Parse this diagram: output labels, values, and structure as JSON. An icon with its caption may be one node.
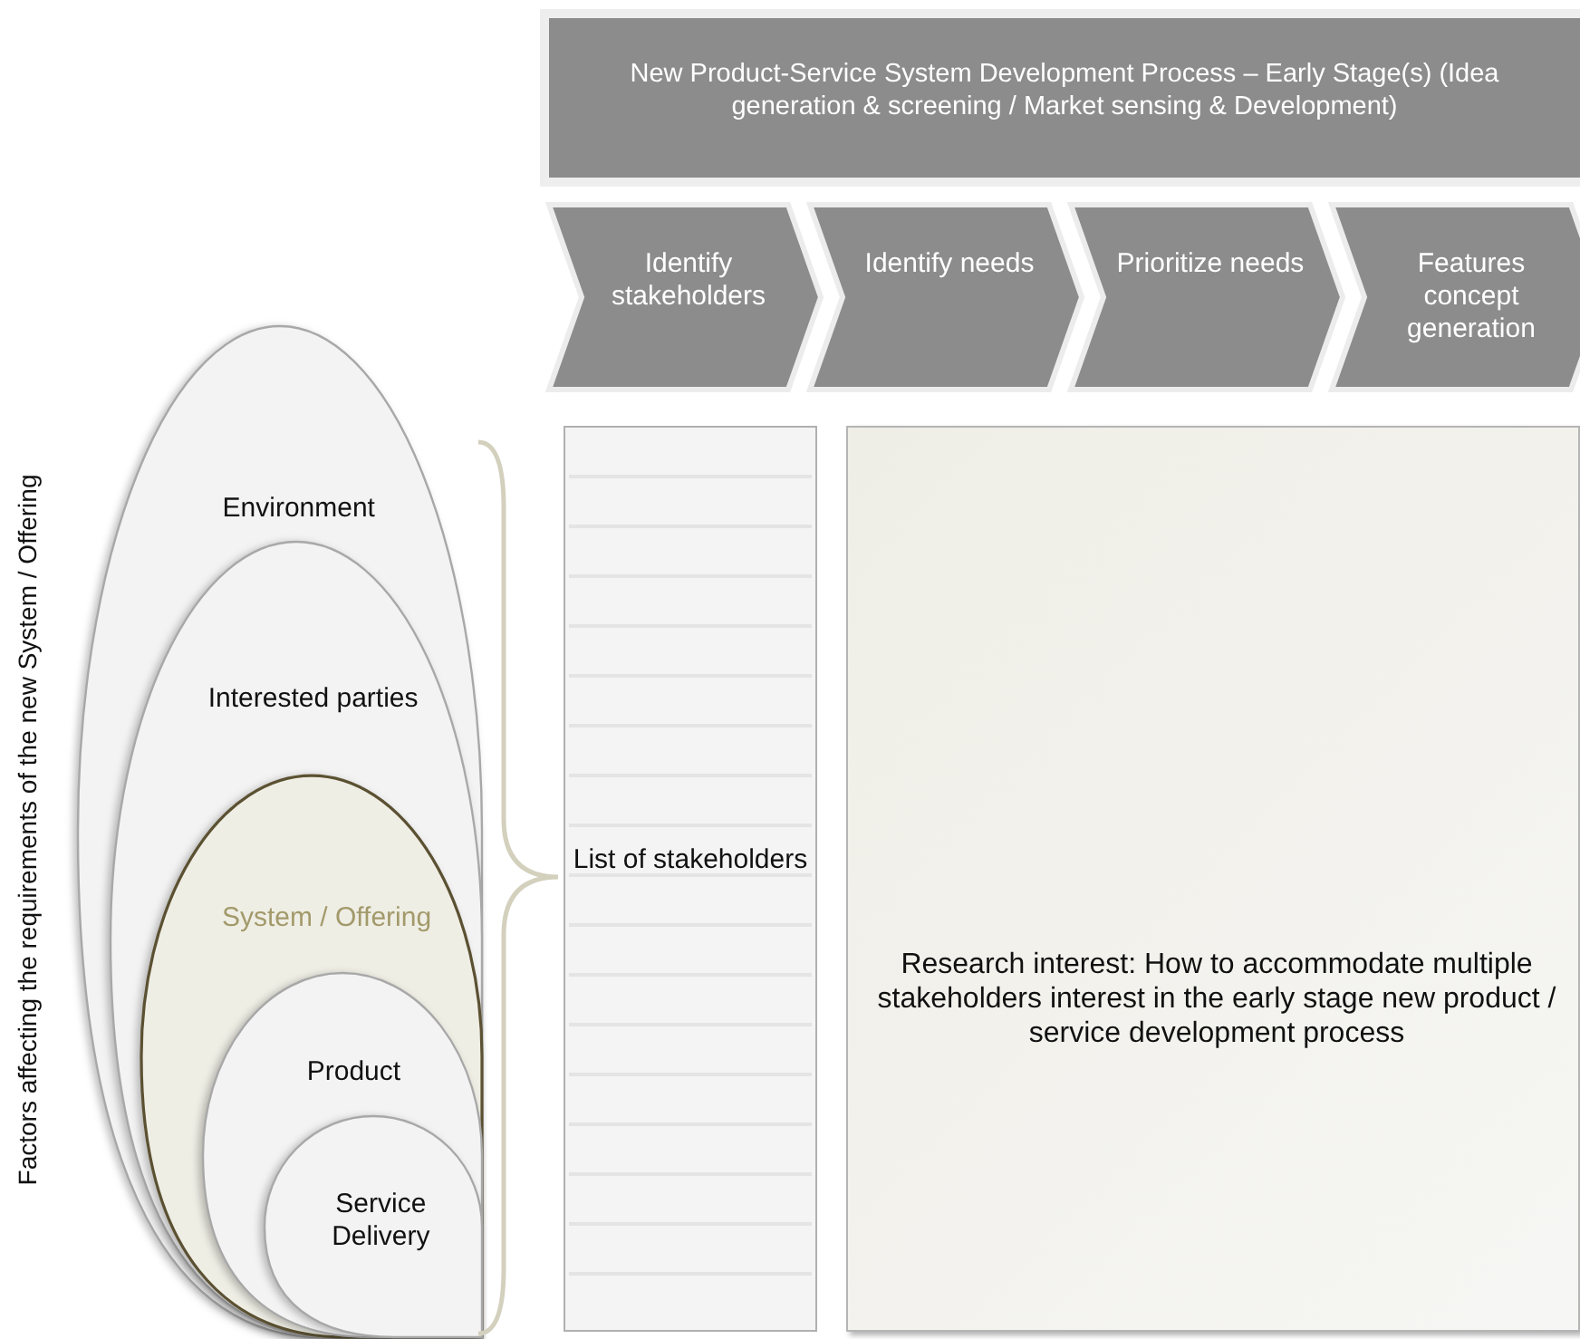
{
  "diagram": {
    "nodes": [
      {
        "text": [
          "New Product-Service System Development Process – Early Stage(s) (Idea generation & screening / Market sensing & Development)"
        ]
      },
      {
        "text": [
          "Identify stakeholders"
        ]
      },
      {
        "text": [
          "Identify needs"
        ]
      },
      {
        "text": [
          "Prioritize needs"
        ]
      },
      {
        "text": [
          "Features concept generation"
        ]
      },
      {
        "text": [
          "Environment"
        ]
      },
      {
        "text": [
          "Interested parties"
        ],
        "in": 5
      },
      {
        "text": [
          "System / Offering"
        ],
        "in": 6
      },
      {
        "text": [
          "Product"
        ],
        "in": 7
      },
      {
        "text": [
          "Service Delivery"
        ],
        "in": 8
      },
      {
        "text": [
          "List of stakeholders"
        ]
      },
      {
        "text": [
          "Research interest: How to accommodate multiple stakeholders interest in the early stage new product / service development process"
        ]
      }
    ],
    "labels": [
      "Factors affecting the requirements of the new System / Offering"
    ]
  }
}
